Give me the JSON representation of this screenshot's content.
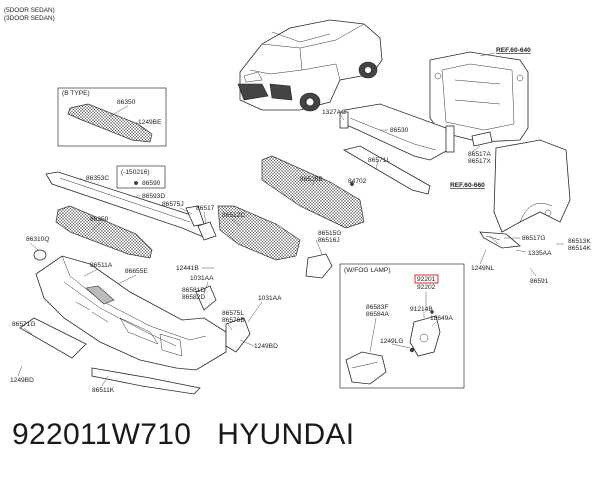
{
  "header": {
    "line1": "(5DOOR SEDAN)",
    "line2": "(3DOOR SEDAN)"
  },
  "insets": {
    "b_type": "(B TYPE)",
    "fog_lamp": "(W/FOG LAMP)",
    "date_code": "(-150216)"
  },
  "refs": {
    "ref1": "REF.60-640",
    "ref2": "REF.60-660"
  },
  "labels": {
    "p86350a": "86350",
    "p1249BE": "1249BE",
    "p86590": "86590",
    "p86353C": "86353C",
    "p86593D": "86593D",
    "p86575J": "86575J",
    "p86517": "86517",
    "p86512C": "86512C",
    "p86350b": "86350",
    "p86310Q": "86310Q",
    "p86511A": "86511A",
    "p86655E": "86655E",
    "p12441B": "12441B",
    "p1031AAa": "1031AA",
    "p86581D": "86581D",
    "p86582D": "86582D",
    "p1031AAb": "1031AA",
    "p86575L": "86575L",
    "p86576B": "86576B",
    "p1249BDa": "1249BD",
    "p86571G": "86571G",
    "p1249BDb": "1249BD",
    "p86511K": "86511K",
    "p1327AC": "1327AC",
    "p86530": "86530",
    "p86571L": "86571L",
    "p86520B": "86520B",
    "p84702": "84702",
    "p86515G": "86515G",
    "p86516J": "86516J",
    "p86517A": "86517A",
    "p86517X": "86517X",
    "p86517G": "86517G",
    "p86513K": "86513K",
    "p86514K": "86514K",
    "p1335AA": "1335AA",
    "p1249NL": "1249NL",
    "p86591": "86591",
    "p92201": "92201",
    "p92202": "92202",
    "p86583F": "86583F",
    "p86584A": "86584A",
    "p91214B": "91214B",
    "p18649A": "18649A",
    "p1249LG": "1249LG"
  },
  "caption": {
    "part_number": "922011W710",
    "brand": "HYUNDAI"
  },
  "colors": {
    "highlight": "#e0282d",
    "ink": "#222222",
    "background": "#ffffff"
  }
}
